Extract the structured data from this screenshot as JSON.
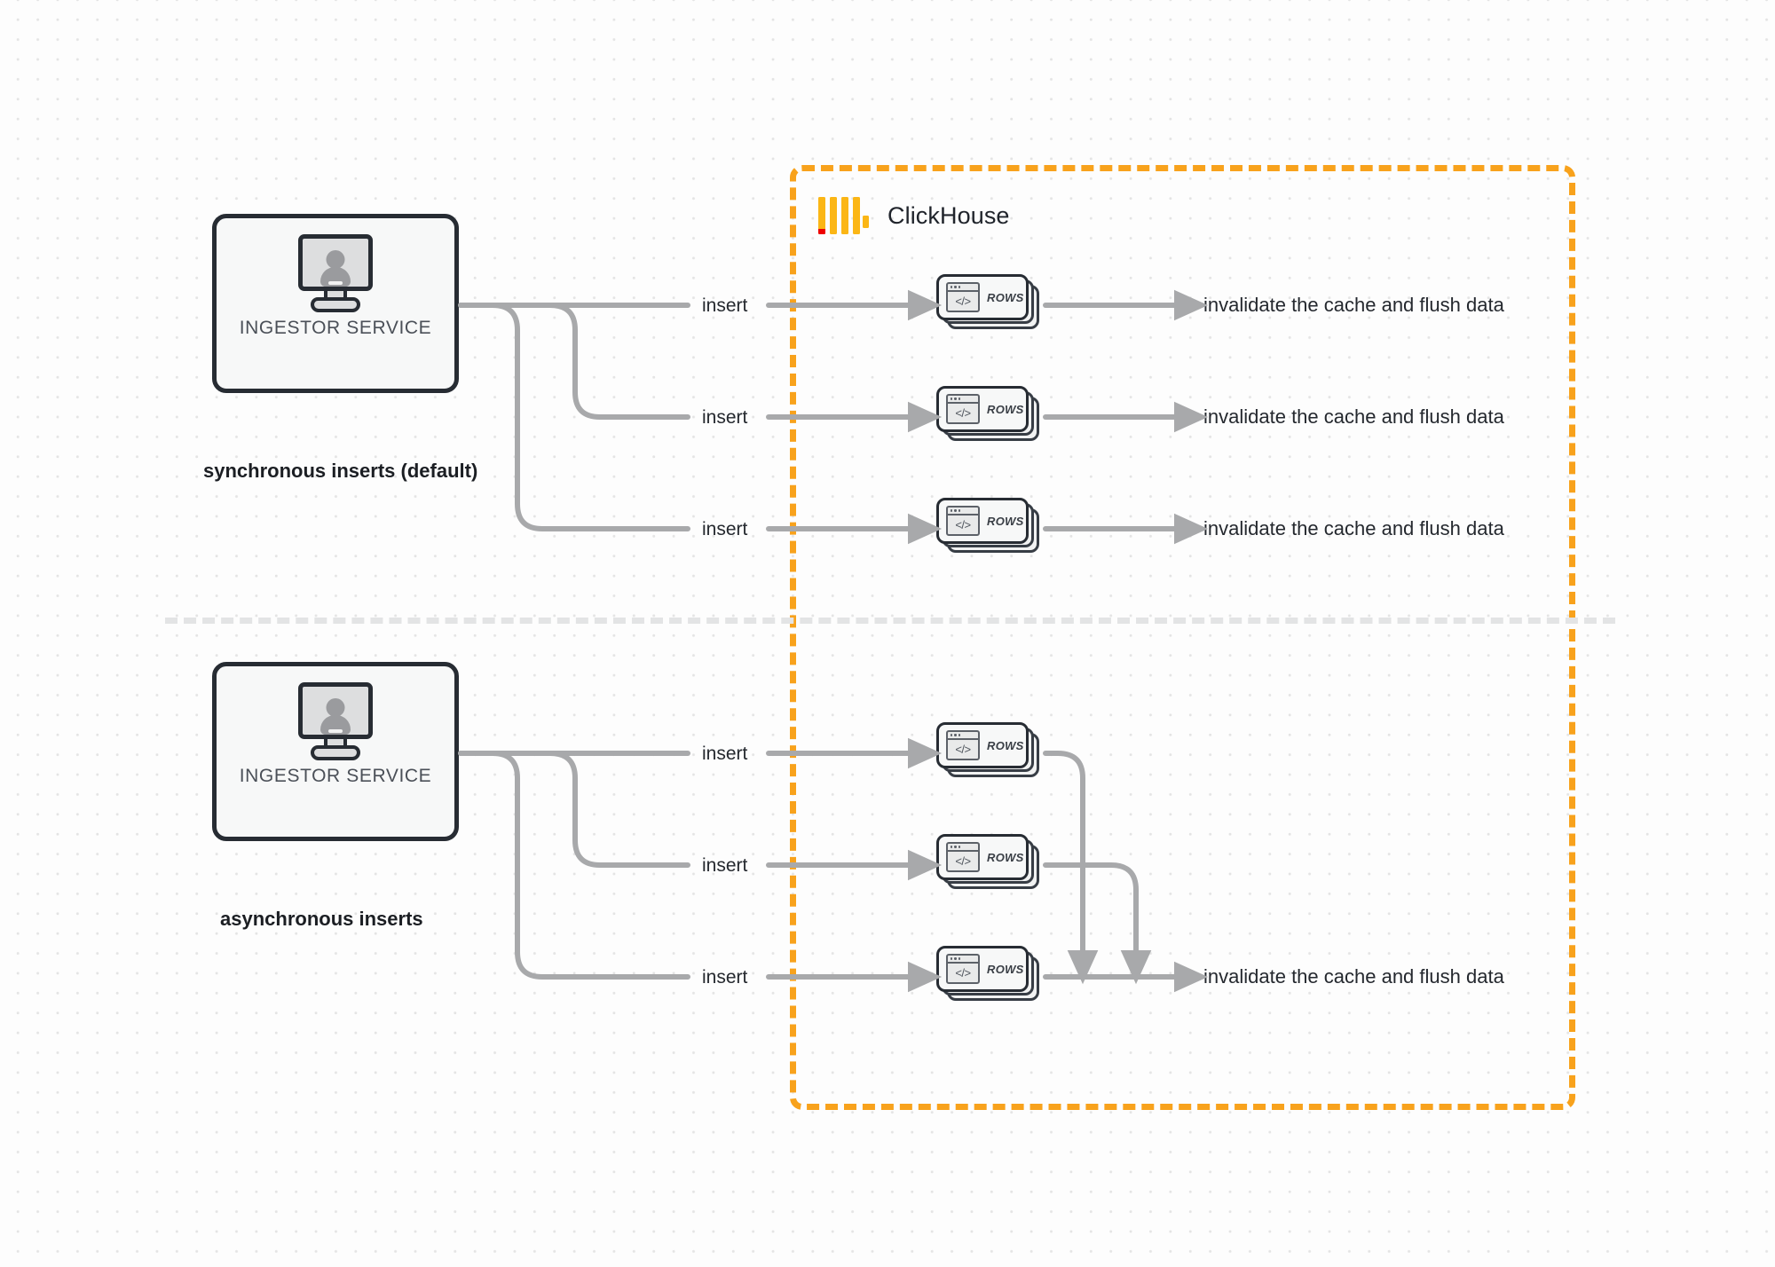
{
  "diagram": {
    "title": "ClickHouse synchronous vs asynchronous inserts",
    "colors": {
      "accent_orange": "#f8a21c",
      "logo_yellow": "#fbb615",
      "logo_red": "#ef0000",
      "wire_gray": "#a8a9ab",
      "box_border": "#272c33",
      "canvas_bg": "#fdfdfd",
      "dot_grid": "#e4e4e4",
      "divider_gray": "#e3e4e5"
    }
  },
  "clickhouse": {
    "name": "ClickHouse",
    "logo_icon": "clickhouse-bars-icon"
  },
  "groups": [
    {
      "id": "sync",
      "label": "synchronous inserts (default)",
      "service": {
        "name": "INGESTOR SERVICE",
        "icon": "monitor-user-icon"
      },
      "rows": [
        {
          "insert_label": "insert",
          "card_label": "ROWS",
          "card_icon": "code-window-icon",
          "output_label": "invalidate the cache and flush data"
        },
        {
          "insert_label": "insert",
          "card_label": "ROWS",
          "card_icon": "code-window-icon",
          "output_label": "invalidate the cache and flush data"
        },
        {
          "insert_label": "insert",
          "card_label": "ROWS",
          "card_icon": "code-window-icon",
          "output_label": "invalidate the cache and flush data"
        }
      ]
    },
    {
      "id": "async",
      "label": "asynchronous inserts",
      "service": {
        "name": "INGESTOR SERVICE",
        "icon": "monitor-user-icon"
      },
      "rows": [
        {
          "insert_label": "insert",
          "card_label": "ROWS",
          "card_icon": "code-window-icon",
          "output_label": ""
        },
        {
          "insert_label": "insert",
          "card_label": "ROWS",
          "card_icon": "code-window-icon",
          "output_label": ""
        },
        {
          "insert_label": "insert",
          "card_label": "ROWS",
          "card_icon": "code-window-icon",
          "output_label": "invalidate the cache and flush data"
        }
      ]
    }
  ],
  "icon_glyphs": {
    "code": "</>"
  }
}
